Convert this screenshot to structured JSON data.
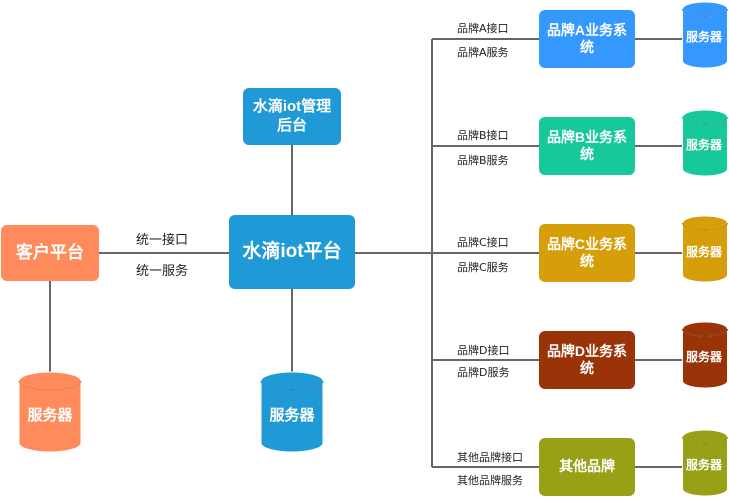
{
  "nodes": {
    "client": {
      "label": "客户平台",
      "color": "#ff8b5c"
    },
    "platform": {
      "label": "水滴iot平台",
      "color": "#1f9ad6"
    },
    "admin": {
      "label": "水滴iot管理后台",
      "color": "#1f9ad6"
    },
    "brand_a": {
      "label": "品牌A业务系统",
      "color": "#3498ff"
    },
    "brand_b": {
      "label": "品牌B业务系统",
      "color": "#17c89b"
    },
    "brand_c": {
      "label": "品牌C业务系统",
      "color": "#d69e08"
    },
    "brand_d": {
      "label": "品牌D业务系统",
      "color": "#9a3408"
    },
    "other": {
      "label": "其他品牌",
      "color": "#98a015"
    }
  },
  "servers": {
    "client": {
      "label": "服务器",
      "color": "#ff8b5c"
    },
    "platform": {
      "label": "服务器",
      "color": "#1f9ad6"
    },
    "brand_a": {
      "label": "服务器",
      "color": "#3498ff"
    },
    "brand_b": {
      "label": "服务器",
      "color": "#17c89b"
    },
    "brand_c": {
      "label": "服务器",
      "color": "#d69e08"
    },
    "brand_d": {
      "label": "服务器",
      "color": "#9a3408"
    },
    "other": {
      "label": "服务器",
      "color": "#98a015"
    }
  },
  "edge_labels": {
    "client_interface": "统一接口",
    "client_service": "统一服务",
    "a_interface": "品牌A接口",
    "a_service": "品牌A服务",
    "b_interface": "品牌B接口",
    "b_service": "品牌B服务",
    "c_interface": "品牌C接口",
    "c_service": "品牌C服务",
    "d_interface": "品牌D接口",
    "d_service": "品牌D服务",
    "other_interface": "其他品牌接口",
    "other_service": "其他品牌服务"
  },
  "line_color": "#666666"
}
